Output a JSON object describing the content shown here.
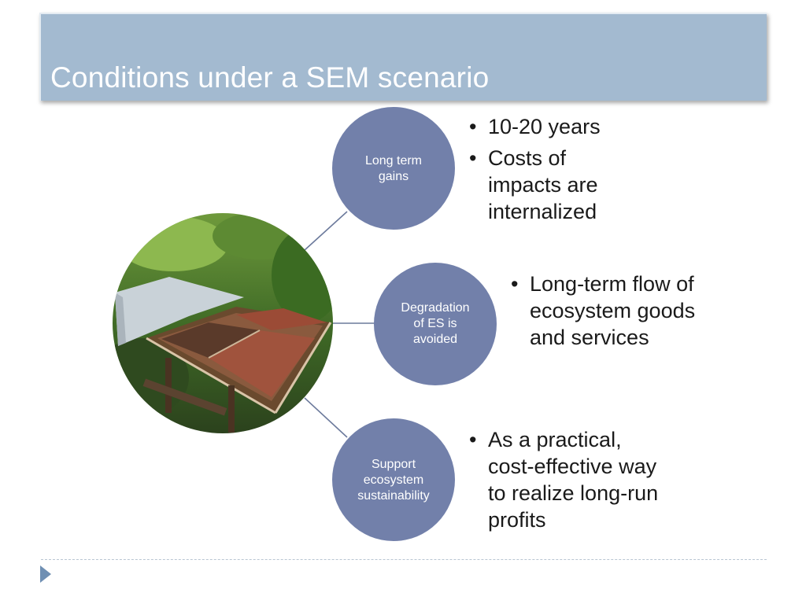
{
  "slide": {
    "title": "Conditions under a SEM scenario"
  },
  "photo": {
    "description_icon": "coffee-drying-bed-photo"
  },
  "nodes": [
    {
      "lines": [
        "Long term",
        "gains"
      ],
      "bullets": [
        "10-20 years",
        "Costs of impacts are internalized"
      ]
    },
    {
      "lines": [
        "Degradation",
        "of ES is",
        "avoided"
      ],
      "bullets": [
        "Long-term flow of ecosystem goods and services"
      ]
    },
    {
      "lines": [
        "Support",
        "ecosystem",
        "sustainability"
      ],
      "bullets": [
        "As a practical, cost-effective way to realize long-run profits"
      ]
    }
  ],
  "colors": {
    "title_bar": "#a3bad0",
    "node_fill": "#7280aa",
    "connector": "#6c7a9c",
    "nav_arrow": "#6f8fb3"
  }
}
